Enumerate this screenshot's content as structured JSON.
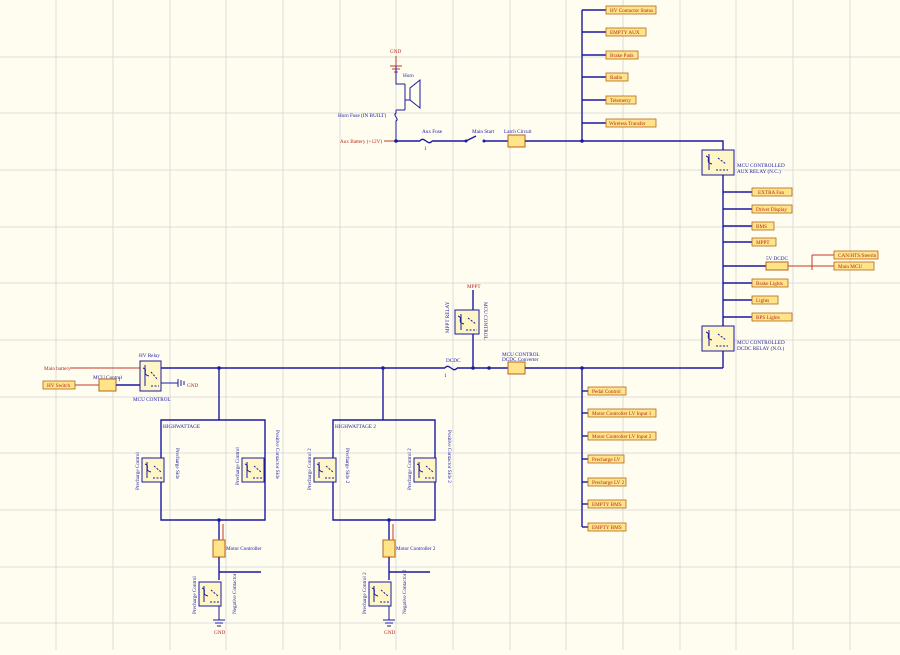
{
  "colors": {
    "background": "#fffdf0",
    "grid": "#d5d5d5",
    "wire": "#1a1aa0",
    "port_fill": "#ffe48a",
    "text_red": "#b02a1a"
  },
  "top": {
    "gnd": "GND",
    "horn": "Horn",
    "horn_fuse": "Horn Fuse (IN BUILT)",
    "aux_battery": "Aux Battery (+12V)",
    "aux_fuse": "Aux Fuse",
    "main_start": "Main Start",
    "latch": "Latch Circuit",
    "pin_one": "1"
  },
  "aux_ports": [
    "HV Contactor Status",
    "EMPTY AUX",
    "Brake Pads",
    "Radio",
    "Telemetry",
    "Wireless Transfer"
  ],
  "aux_relay": {
    "line1": "MCU CONTROLLED",
    "line2": "AUX RELAY (N.C.)"
  },
  "dcdc_ports_a": [
    "EXTRA Fan",
    "Driver Display",
    "BMS",
    "MPPT"
  ],
  "dcdc_5v": {
    "label": "5V DCDC",
    "ports": [
      "CAN/HTS/Steerin",
      "Main MCU"
    ]
  },
  "dcdc_ports_b": [
    "Brake Lights",
    "Lights",
    "BPS Lights"
  ],
  "dcdc_relay": {
    "line1": "MCU CONTROLLED",
    "line2": "DCDC RELAY (N.O.)"
  },
  "mppt": {
    "title": "MPPT",
    "relay_label": "MPPT RELAY",
    "side_label": "MCU CONTROL"
  },
  "dcdc_conv": {
    "dcdc": "DCDC",
    "line1": "MCU CONTROL",
    "line2": "DCDC Converter"
  },
  "left": {
    "main_battery": "Main battery",
    "hv_switch": "HV Switch",
    "mcu_control": "MCU Control",
    "hv_relay": "HV Relay",
    "mcu_control_label": "MCU CONTROL",
    "gnd": "GND"
  },
  "inverter1": {
    "title": "HIGHWATTAGE",
    "precharge_control": "Precharge Control",
    "precharge_side": "Precharge Side",
    "precharge_control_b": "Precharge Control",
    "positive_side": "Positive Contactor Side",
    "motor": "Motor Controller",
    "precharge_control_c": "Precharge Control",
    "negative": "Negative Contactor",
    "gnd": "GND"
  },
  "inverter2": {
    "title": "HIGHWATTAGE 2",
    "precharge_control": "Precharge Control 2",
    "precharge_side": "Precharge Side 2",
    "precharge_control_b": "Precharge Control 2",
    "positive_side": "Positive Contactor Side 2",
    "motor": "Motor Controller 2",
    "precharge_control_c": "Precharge Control 2",
    "negative": "Negative Contactor 2",
    "gnd": "GND"
  },
  "bottom_ports": [
    "Pedal Control",
    "Motor Controller LV Input 1",
    "Motor Controller LV Input 2",
    "Precharge LV",
    "Precharge LV 2",
    "EMPTY BMS",
    "EMPTY BMS"
  ]
}
